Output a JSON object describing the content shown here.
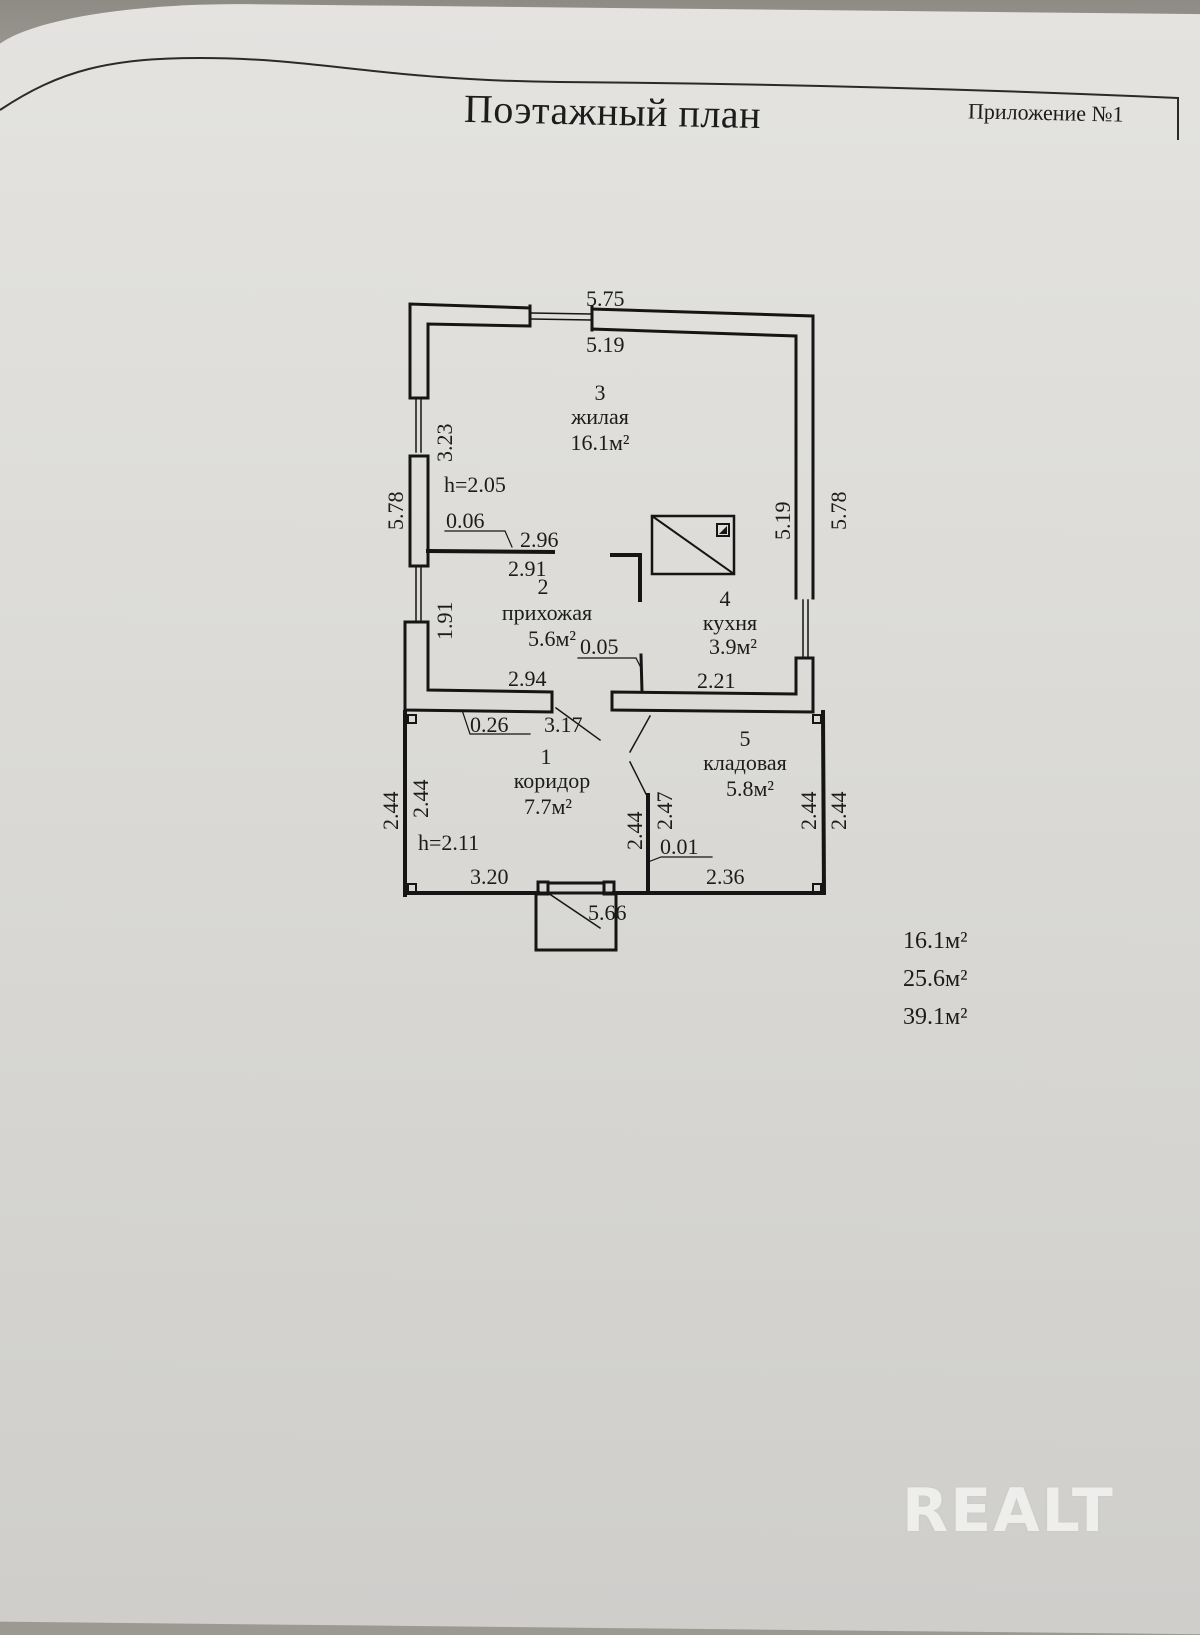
{
  "document": {
    "title": "Поэтажный план",
    "appendix": "Приложение №1"
  },
  "rooms": [
    {
      "number": "1",
      "name": "коридор",
      "area": "7.7м²",
      "height": "h=2.11"
    },
    {
      "number": "2",
      "name": "прихожая",
      "area": "5.6м²"
    },
    {
      "number": "3",
      "name": "жилая",
      "area": "16.1м²",
      "height": "h=2.05"
    },
    {
      "number": "4",
      "name": "кухня",
      "area": "3.9м²"
    },
    {
      "number": "5",
      "name": "кладовая",
      "area": "5.8м²"
    }
  ],
  "dimensions": {
    "top_outer": "5.75",
    "top_inner": "5.19",
    "left_outer_upper": "5.78",
    "left_inner_room3": "3.23",
    "right_inner": "5.19",
    "right_outer": "5.78",
    "partition_thickness_1": "0.06",
    "partition_upper": "2.96",
    "partition_lower": "2.91",
    "left_inner_room2": "1.91",
    "partition_thickness_2": "0.05",
    "room2_bottom": "2.94",
    "room4_bottom": "2.21",
    "corridor_thickness": "0.26",
    "corridor_top": "3.17",
    "left_outer_lower": "2.44",
    "left_inner_lower": "2.44",
    "corridor_right": "2.44",
    "pantry_left": "2.47",
    "pantry_thickness": "0.01",
    "pantry_right_inner": "2.44",
    "pantry_right_outer": "2.44",
    "corridor_bottom": "3.20",
    "bottom_outer": "5.66",
    "pantry_bottom": "2.36"
  },
  "totals": [
    "16.1м²",
    "25.6м²",
    "39.1м²"
  ],
  "watermark": "REALT"
}
